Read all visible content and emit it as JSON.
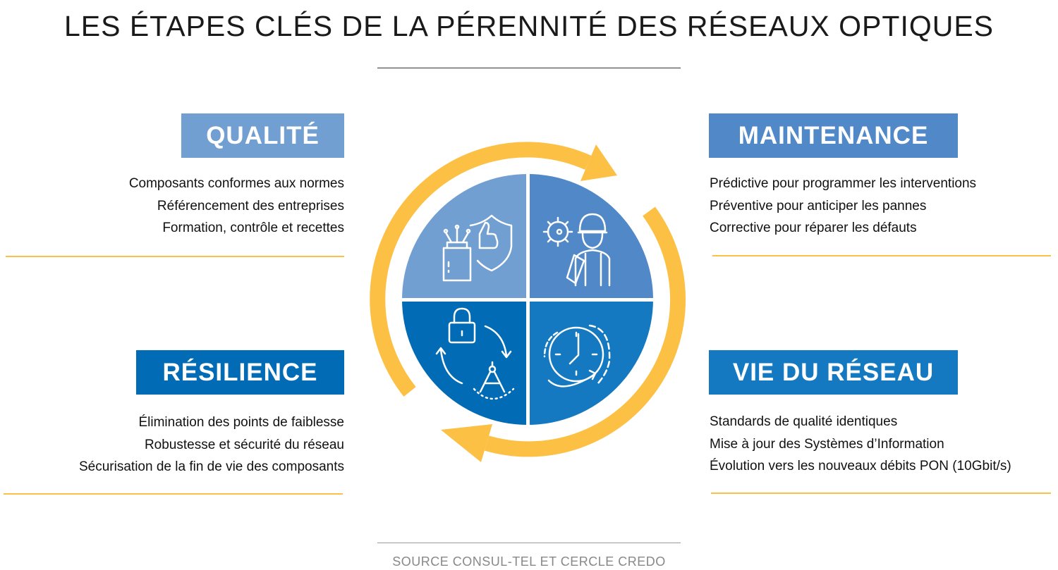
{
  "title": "LES ÉTAPES CLÉS DE LA PÉRENNITÉ DES RÉSEAUX OPTIQUES",
  "source": "SOURCE CONSUL-TEL ET CERCLE CREDO",
  "colors": {
    "qualite": "#729fd2",
    "maintenance": "#5088c8",
    "resilience": "#026bb5",
    "vie": "#1479c1",
    "accent": "#fcc044"
  },
  "sections": {
    "qualite": {
      "label": "QUALITÉ",
      "items": [
        "Composants conformes aux normes",
        "Référencement des entreprises",
        "Formation, contrôle et recettes"
      ]
    },
    "maintenance": {
      "label": "MAINTENANCE",
      "items": [
        "Prédictive pour programmer les interventions",
        "Préventive pour anticiper les pannes",
        "Corrective pour réparer les défauts"
      ]
    },
    "resilience": {
      "label": "RÉSILIENCE",
      "items": [
        "Élimination des points de faiblesse",
        "Robustesse et sécurité du réseau",
        "Sécurisation de la fin de vie des composants"
      ]
    },
    "vie": {
      "label": "VIE DU RÉSEAU",
      "items": [
        "Standards de qualité identiques",
        "Mise à jour des Systèmes d’Information",
        "Évolution vers les nouveaux débits PON (10Gbit/s)"
      ]
    }
  }
}
